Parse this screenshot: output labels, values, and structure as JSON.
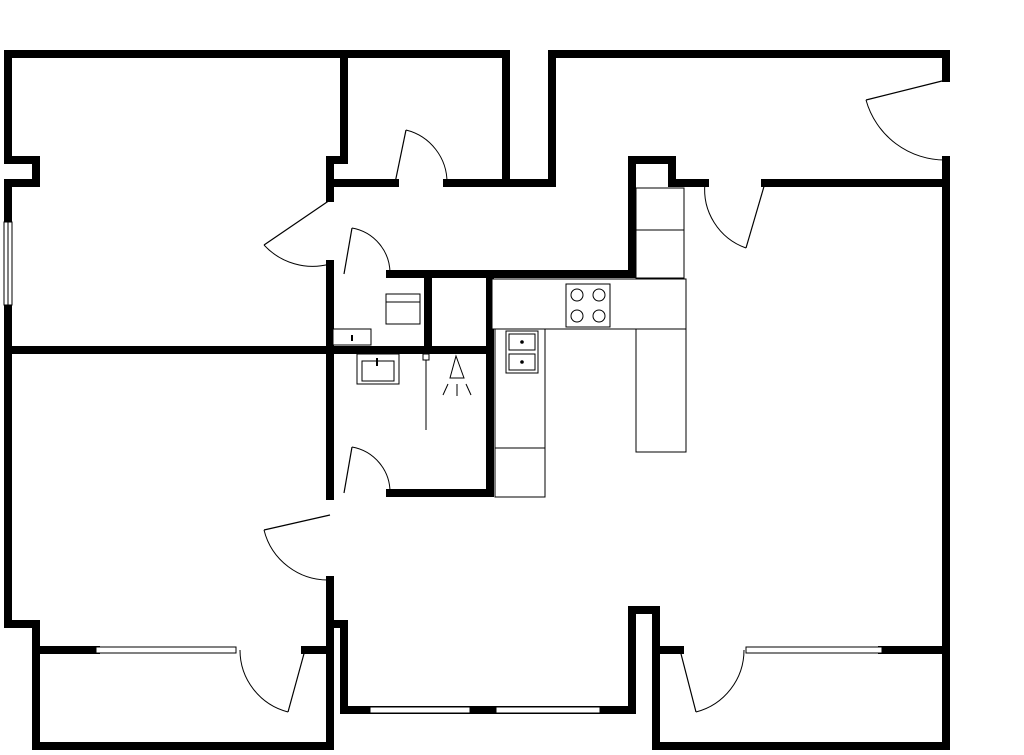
{
  "floor_plan": {
    "colors": {
      "wall": "#000000",
      "background": "#ffffff",
      "fixture_fill": "#ffffff"
    },
    "rooms": [
      "bedroom-northwest",
      "storage-north",
      "bedroom-southwest",
      "bathroom",
      "toilet",
      "kitchen-living",
      "balcony-southwest",
      "balcony-southeast",
      "bay-south"
    ],
    "fixtures": [
      "cooktop-4-burner",
      "double-sink",
      "kitchen-island",
      "washbasin",
      "toilet-bowl",
      "small-basin",
      "shower"
    ]
  }
}
